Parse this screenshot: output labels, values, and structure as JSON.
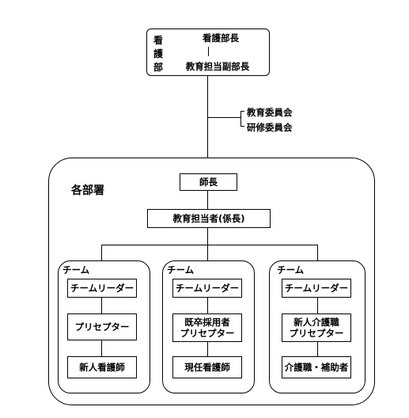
{
  "top": {
    "dept_vertical": [
      "看",
      "護",
      "部"
    ],
    "head": "看護部長",
    "deputy": "教育担当副部長"
  },
  "committees": [
    "教育委員会",
    "研修委員会"
  ],
  "section": {
    "title": "各部署",
    "chief": "師長",
    "edu_officer": "教育担当者(係長)"
  },
  "teams": [
    {
      "label": "チーム",
      "leader": "チームリーダー",
      "middle": [
        "プリセプター"
      ],
      "bottom": "新人看護師"
    },
    {
      "label": "チーム",
      "leader": "チームリーダー",
      "middle": [
        "既卒採用者",
        "プリセプター"
      ],
      "bottom": "現任看護師"
    },
    {
      "label": "チーム",
      "leader": "チームリーダー",
      "middle": [
        "新人介護職",
        "プリセプター"
      ],
      "bottom": "介護職・補助者"
    }
  ]
}
